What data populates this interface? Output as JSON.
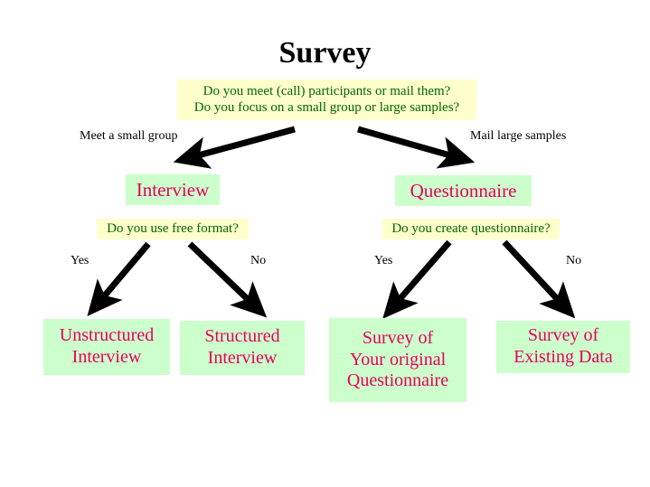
{
  "diagram": {
    "title": "Survey",
    "root_question": {
      "lines": [
        "Do you meet (call) participants or mail them?",
        "Do you focus on a small group or large samples?"
      ]
    },
    "branch_labels": {
      "left": "Meet a small group",
      "right": "Mail large samples"
    },
    "level2": {
      "left_node": "Interview",
      "right_node": "Questionnaire",
      "left_question": "Do you use free format?",
      "right_question": "Do you create questionnaire?"
    },
    "answer_labels": {
      "left_yes": "Yes",
      "left_no": "No",
      "right_yes": "Yes",
      "right_no": "No"
    },
    "leaves": [
      {
        "lines": [
          "Unstructured",
          "Interview"
        ]
      },
      {
        "lines": [
          "Structured",
          "Interview"
        ]
      },
      {
        "lines": [
          "Survey of",
          "Your original",
          "Questionnaire"
        ]
      },
      {
        "lines": [
          "Survey of",
          "Existing Data"
        ]
      }
    ],
    "colors": {
      "question_box_fill": "#ffffcc",
      "question_text": "#006600",
      "result_box_fill": "#ccffcc",
      "result_text": "#e6005c",
      "arrow": "#000000",
      "label_text": "#000000",
      "background": "#ffffff"
    }
  }
}
